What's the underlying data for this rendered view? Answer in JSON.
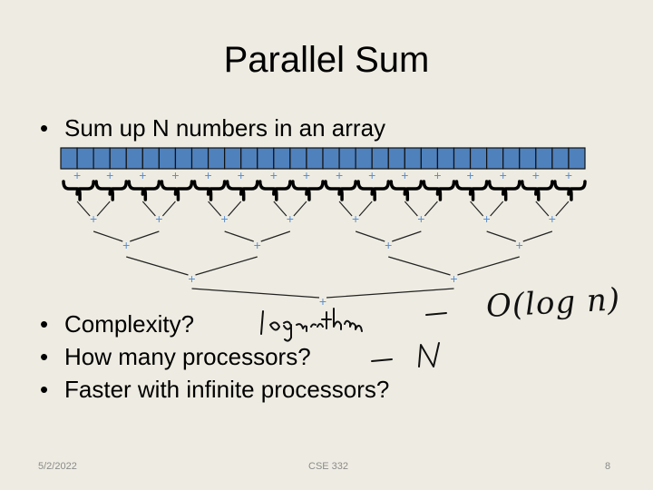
{
  "slide": {
    "title": "Parallel Sum",
    "bullets": [
      "Sum up N numbers in an array",
      "Complexity?",
      "How many processors?",
      "Faster with infinite processors?"
    ],
    "bullet_symbol": "•",
    "annotations": [
      "logarithm",
      "O(log n)",
      "N"
    ],
    "array_cells": 32,
    "operator": "+",
    "colors": {
      "cell": "#4f81bd",
      "plus": "#5b8fd0",
      "background": "#eeece2"
    }
  },
  "footer": {
    "date": "5/2/2022",
    "course": "CSE 332",
    "page": "8"
  }
}
